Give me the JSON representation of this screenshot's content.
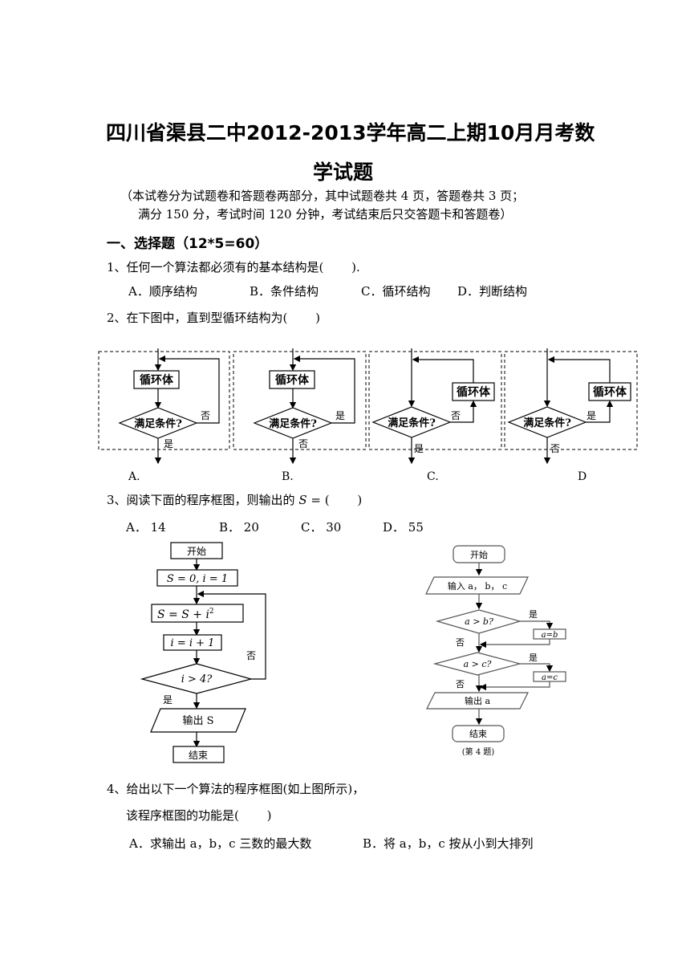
{
  "header": {
    "title_line1": "四川省渠县二中2012-2013学年高二上期10月月考数",
    "title_line2": "学试题",
    "note_line1": "（本试卷分为试题卷和答题卷两部分，其中试题卷共 4 页，答题卷共 3 页；",
    "note_line2": "满分 150 分，考试时间 120 分钟，考试结束后只交答题卡和答题卷）"
  },
  "section1": {
    "heading": "一、选择题（12*5=60）"
  },
  "q1": {
    "stem": "1、任何一个算法都必须有的基本结构是(　　 ).",
    "options": [
      "A．顺序结构",
      "B．条件结构",
      "C．循环结构",
      "D．判断结构"
    ]
  },
  "q2": {
    "stem": "2、在下图中，直到型循环结构为(　　 )",
    "diagrams": [
      {
        "body": "循环体",
        "cond": "满足条件?",
        "branch_side": "否",
        "branch_down": "是",
        "label": "A."
      },
      {
        "body": "循环体",
        "cond": "满足条件?",
        "branch_side": "是",
        "branch_down": "否",
        "label": "B."
      },
      {
        "body": "循环体",
        "cond": "满足条件?",
        "branch_side": "否",
        "branch_down": "是",
        "label": "C."
      },
      {
        "body": "循环体",
        "cond": "满足条件?",
        "branch_side": "是",
        "branch_down": "否",
        "label": "D"
      }
    ]
  },
  "q3": {
    "stem_prefix": "3、阅读下面的程序框图，则输出的 ",
    "stem_var": "S",
    "stem_suffix": " = (　　 )",
    "options": [
      "A． 14",
      "B． 20",
      "C． 30",
      "D． 55"
    ],
    "flow": {
      "start": "开始",
      "init": "S = 0, i = 1",
      "update_s_main": "S = S + i",
      "update_s_exp": "2",
      "update_i": "i = i + 1",
      "cond": "i > 4?",
      "no": "否",
      "yes": "是",
      "output": "输出 S",
      "end": "结束"
    }
  },
  "q4_flow": {
    "start": "开始",
    "input": "输入 a， b， c",
    "cond1": "a > b?",
    "yes1": "是",
    "assign1": "a=b",
    "no1": "否",
    "cond2": "a > c?",
    "yes2": "是",
    "assign2": "a=c",
    "no2": "否",
    "output": "输出 a",
    "end": "结束",
    "caption": "(第 4 题)"
  },
  "q4": {
    "stem": "4、给出以下一个算法的程序框图(如上图所示)，",
    "stem2": "该程序框图的功能是(　　 )",
    "options": [
      "A．求输出 a，b，c 三数的最大数",
      "B．将 a，b，c 按从小到大排列"
    ]
  }
}
